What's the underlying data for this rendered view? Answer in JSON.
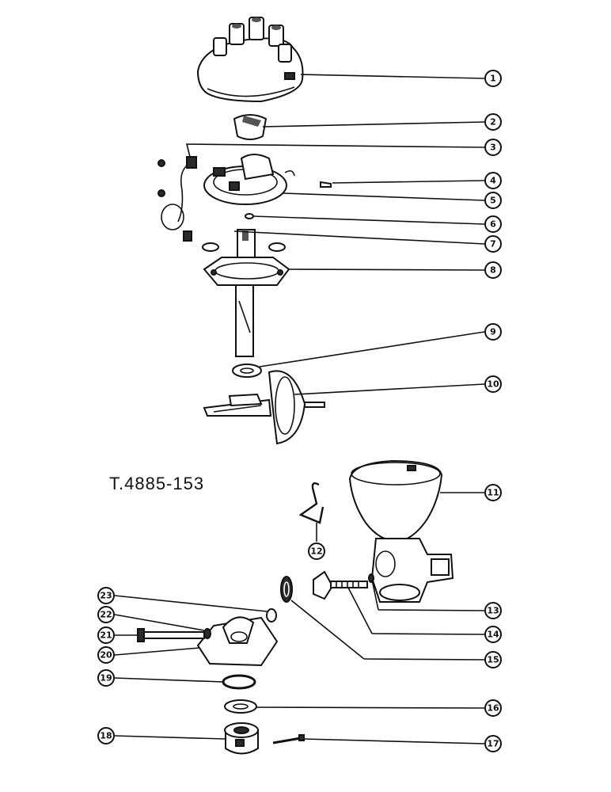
{
  "drawing_ref": "T.4885-153",
  "callouts": [
    "1",
    "2",
    "3",
    "4",
    "5",
    "6",
    "7",
    "8",
    "9",
    "10",
    "11",
    "12",
    "13",
    "14",
    "15",
    "16",
    "17",
    "18",
    "19",
    "20",
    "21",
    "22",
    "23"
  ]
}
